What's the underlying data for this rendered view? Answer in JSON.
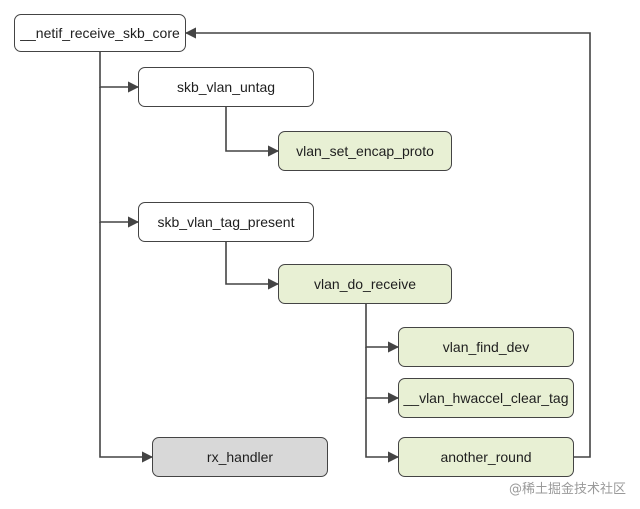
{
  "nodes": {
    "netif_receive_skb_core": "__netif_receive_skb_core",
    "skb_vlan_untag": "skb_vlan_untag",
    "vlan_set_encap_proto": "vlan_set_encap_proto",
    "skb_vlan_tag_present": "skb_vlan_tag_present",
    "vlan_do_receive": "vlan_do_receive",
    "vlan_find_dev": "vlan_find_dev",
    "vlan_hwaccel_clear_tag": "__vlan_hwaccel_clear_tag",
    "another_round": "another_round",
    "rx_handler": "rx_handler"
  },
  "colors": {
    "line": "#444444",
    "node_default": "#ffffff",
    "node_vlan": "#e8f0d4",
    "node_handler": "#d8d8d8"
  },
  "watermark": "@稀土掘金技术社区"
}
